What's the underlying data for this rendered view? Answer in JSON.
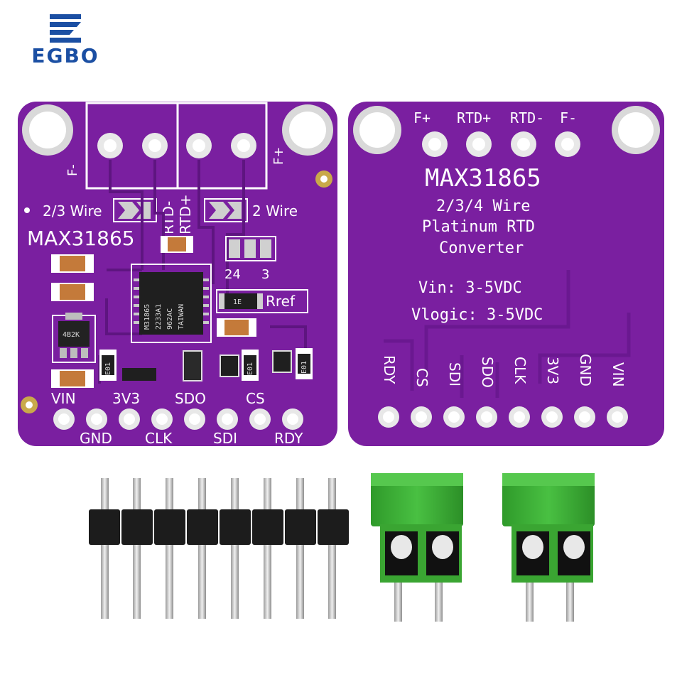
{
  "brand": {
    "logo_text": "EGBO",
    "primary_color": "#1b4fa3"
  },
  "board_front": {
    "terminal_top_left": "F-",
    "terminal_top_right": "F+",
    "rtd_minus": "RTD-",
    "rtd_plus": "RTD+",
    "jumper_left_label": "2/3 Wire",
    "jumper_right_label": "2 Wire",
    "model": "MAX31865",
    "bridge_labels": [
      "24",
      "3"
    ],
    "rref_label": "Rref",
    "rref_code": "1E",
    "chip_lines": [
      "M31865",
      "2233A1",
      "962AC",
      "TAIWAN"
    ],
    "regulator_code": "4B2K",
    "resistor_codes": [
      "E01",
      "E01",
      "E01"
    ],
    "pins_upper": [
      "VIN",
      "3V3",
      "SDO",
      "CS"
    ],
    "pins_lower": [
      "GND",
      "CLK",
      "SDI",
      "RDY"
    ]
  },
  "board_back": {
    "top_labels": [
      "F+",
      "RTD+",
      "RTD-",
      "F-"
    ],
    "model": "MAX31865",
    "line1": "2/3/4 Wire",
    "line2": "Platinum RTD",
    "line3": "Converter",
    "vin": "Vin: 3-5VDC",
    "vlogic": "Vlogic: 3-5VDC",
    "pins": [
      "RDY",
      "CS",
      "SDI",
      "SDO",
      "CLK",
      "3V3",
      "GND",
      "VIN"
    ]
  },
  "colors": {
    "pcb": "#7a1fa0",
    "pcb_dark": "#5e1580",
    "terminal_green": "#3fae38",
    "header_black": "#1c1c1c"
  }
}
